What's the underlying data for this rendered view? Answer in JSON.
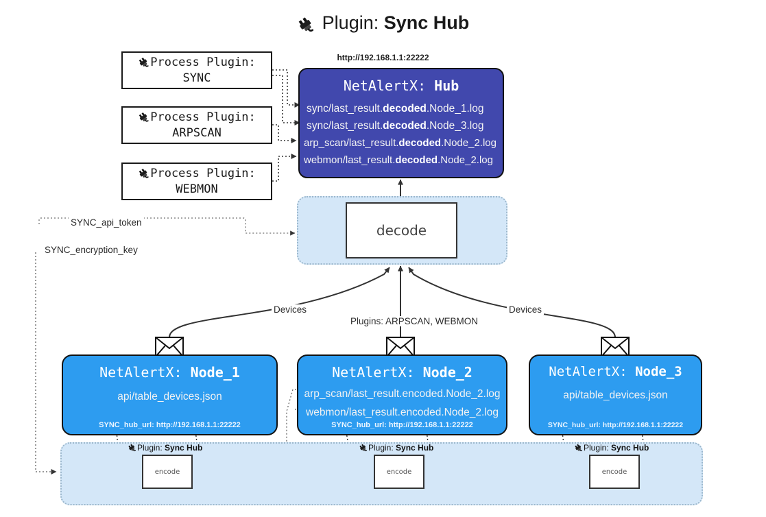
{
  "title": {
    "icon": "plug-icon",
    "prefix": "Plugin: ",
    "name": "Sync Hub"
  },
  "process_plugins": [
    {
      "icon": "plug-icon",
      "line1": "Process Plugin:",
      "line2": "SYNC"
    },
    {
      "icon": "plug-icon",
      "line1": "Process Plugin:",
      "line2": "ARPSCAN"
    },
    {
      "icon": "plug-icon",
      "line1": "Process Plugin:",
      "line2": "WEBMON"
    }
  ],
  "hub": {
    "url": "http://192.168.1.1:22222",
    "title_prefix": "NetAlertX: ",
    "title_name": "Hub",
    "logs": [
      {
        "pre": "sync/last_result.",
        "em": "decoded",
        "post": ".Node_1.log"
      },
      {
        "pre": "sync/last_result.",
        "em": "decoded",
        "post": ".Node_3.log"
      },
      {
        "pre": "arp_scan/last_result.",
        "em": "decoded",
        "post": ".Node_2.log"
      },
      {
        "pre": "webmon/last_result.",
        "em": "decoded",
        "post": ".Node_2.log"
      }
    ]
  },
  "decode": {
    "label": "decode"
  },
  "settings": {
    "api_token": "SYNC_api_token",
    "encryption_key": "SYNC_encryption_key"
  },
  "edge_labels": {
    "devices_left": "Devices",
    "devices_right": "Devices",
    "plugins_center": "Plugins: ARPSCAN, WEBMON"
  },
  "nodes": [
    {
      "icon": "envelope-icon",
      "title_prefix": "NetAlertX: ",
      "title_name": "Node_1",
      "lines": [
        "api/table_devices.json"
      ],
      "footer": "SYNC_hub_url: http://192.168.1.1:22222"
    },
    {
      "icon": "envelope-icon",
      "title_prefix": "NetAlertX: ",
      "title_name": "Node_2",
      "lines": [
        "arp_scan/last_result.encoded.Node_2.log",
        "webmon/last_result.encoded.Node_2.log"
      ],
      "footer": "SYNC_hub_url: http://192.168.1.1:22222"
    },
    {
      "icon": "envelope-icon",
      "title_prefix": "NetAlertX: ",
      "title_name": "Node_3",
      "lines": [
        "api/table_devices.json"
      ],
      "footer": "SYNC_hub_url: http://192.168.1.1:22222"
    }
  ],
  "encoders": [
    {
      "icon": "plug-icon",
      "caption_prefix": "Plugin: ",
      "caption_name": "Sync Hub",
      "label": "encode"
    },
    {
      "icon": "plug-icon",
      "caption_prefix": "Plugin: ",
      "caption_name": "Sync Hub",
      "label": "encode"
    },
    {
      "icon": "plug-icon",
      "caption_prefix": "Plugin: ",
      "caption_name": "Sync Hub",
      "label": "encode"
    }
  ],
  "colors": {
    "hub_fill": "#4148ad",
    "node_fill": "#2d9cf0",
    "group_fill": "#d4e7f8",
    "stroke": "#333333"
  }
}
